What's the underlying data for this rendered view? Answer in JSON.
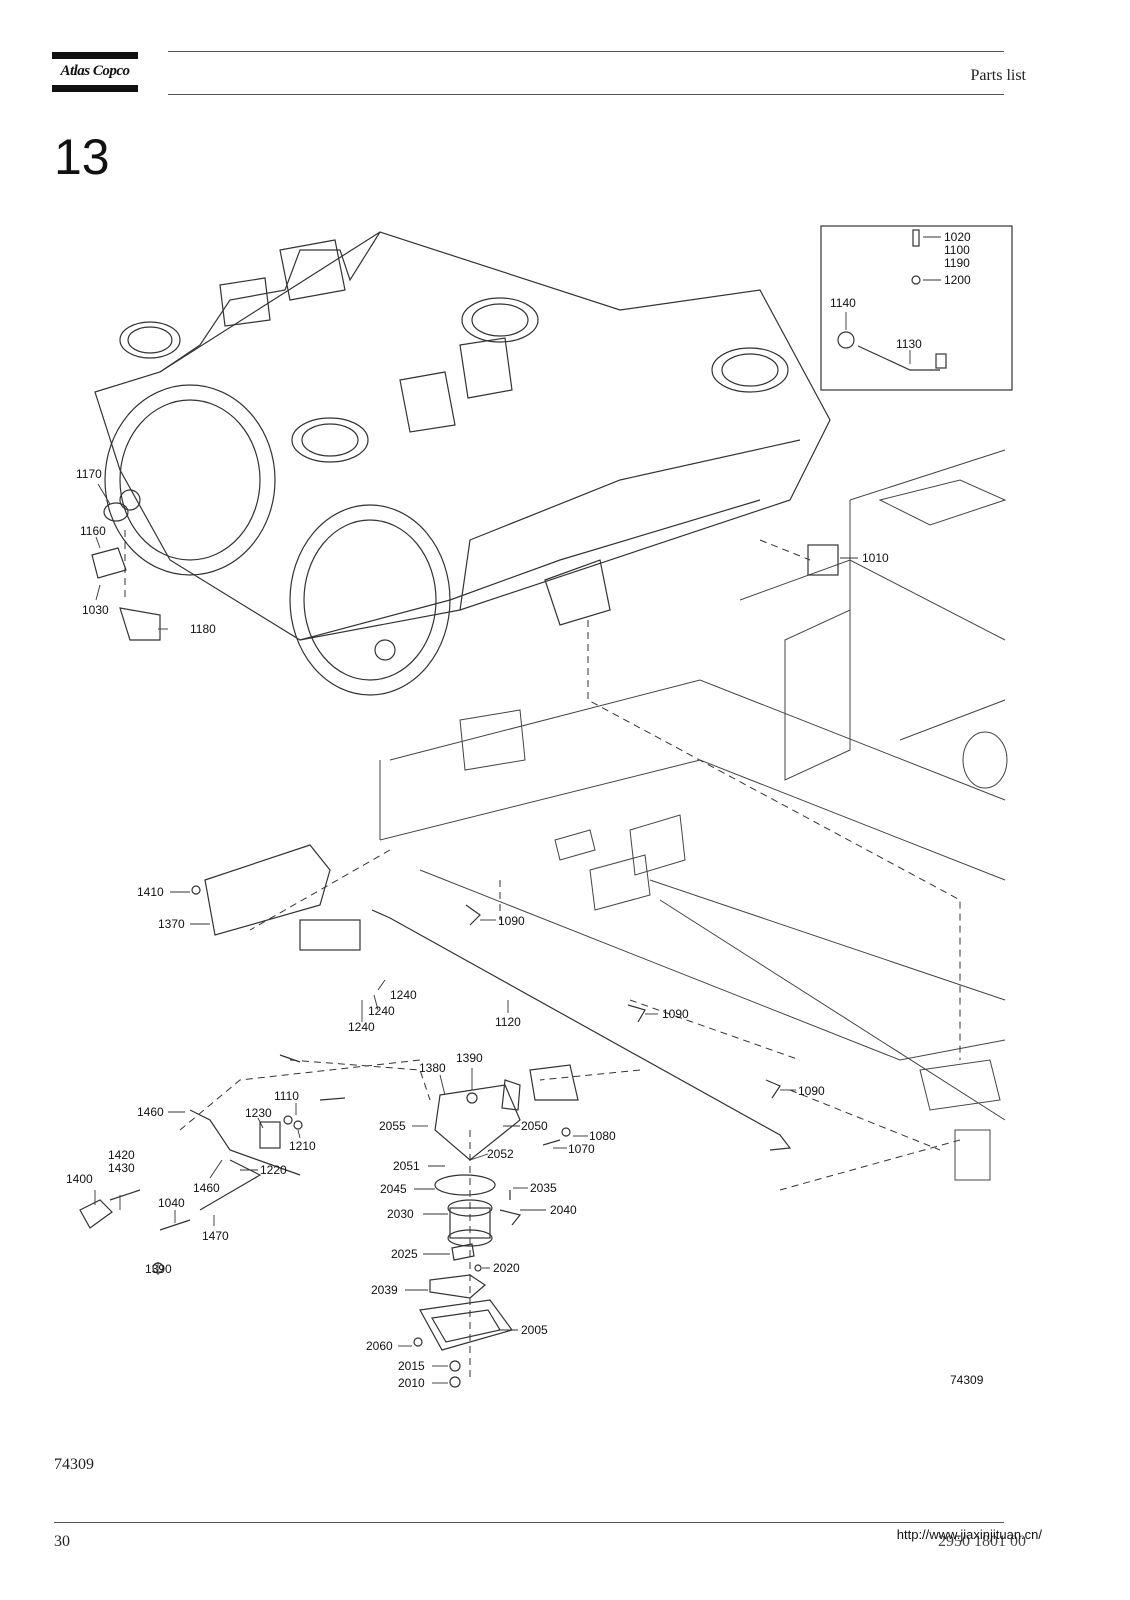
{
  "header": {
    "logo_text": "Atlas Copco",
    "title": "Parts list"
  },
  "section": {
    "number": "13"
  },
  "drawing": {
    "figure_code": "74309",
    "part_labels": {
      "p1020": "1020",
      "p1100": "1100",
      "p1190": "1190",
      "p1200": "1200",
      "p1140": "1140",
      "p1130": "1130",
      "p1170": "1170",
      "p1160": "1160",
      "p1030": "1030",
      "p1180": "1180",
      "p1010": "1010",
      "p1410": "1410",
      "p1370": "1370",
      "p1090a": "1090",
      "p1090b": "1090",
      "p1090c": "1090",
      "p1240a": "1240",
      "p1240b": "1240",
      "p1240c": "1240",
      "p1120": "1120",
      "p1380": "1380",
      "p1390a": "1390",
      "p1110": "1110",
      "p1230": "1230",
      "p1460a": "1460",
      "p1210": "1210",
      "p2055": "2055",
      "p2050": "2050",
      "p1080": "1080",
      "p1070": "1070",
      "p2052": "2052",
      "p2051": "2051",
      "p1420": "1420",
      "p1430": "1430",
      "p1400": "1400",
      "p1220": "1220",
      "p1460b": "1460",
      "p1040": "1040",
      "p1470": "1470",
      "p1390b": "1390",
      "p2045": "2045",
      "p2035": "2035",
      "p2030": "2030",
      "p2040": "2040",
      "p2025": "2025",
      "p2020": "2020",
      "p2039": "2039",
      "p2005": "2005",
      "p2060": "2060",
      "p2015": "2015",
      "p2010": "2010"
    }
  },
  "footer": {
    "figure_code": "74309",
    "page_number": "30",
    "doc_number": "2950 1801 00",
    "watermark": "http://www.jiaxinjituan.cn/"
  }
}
